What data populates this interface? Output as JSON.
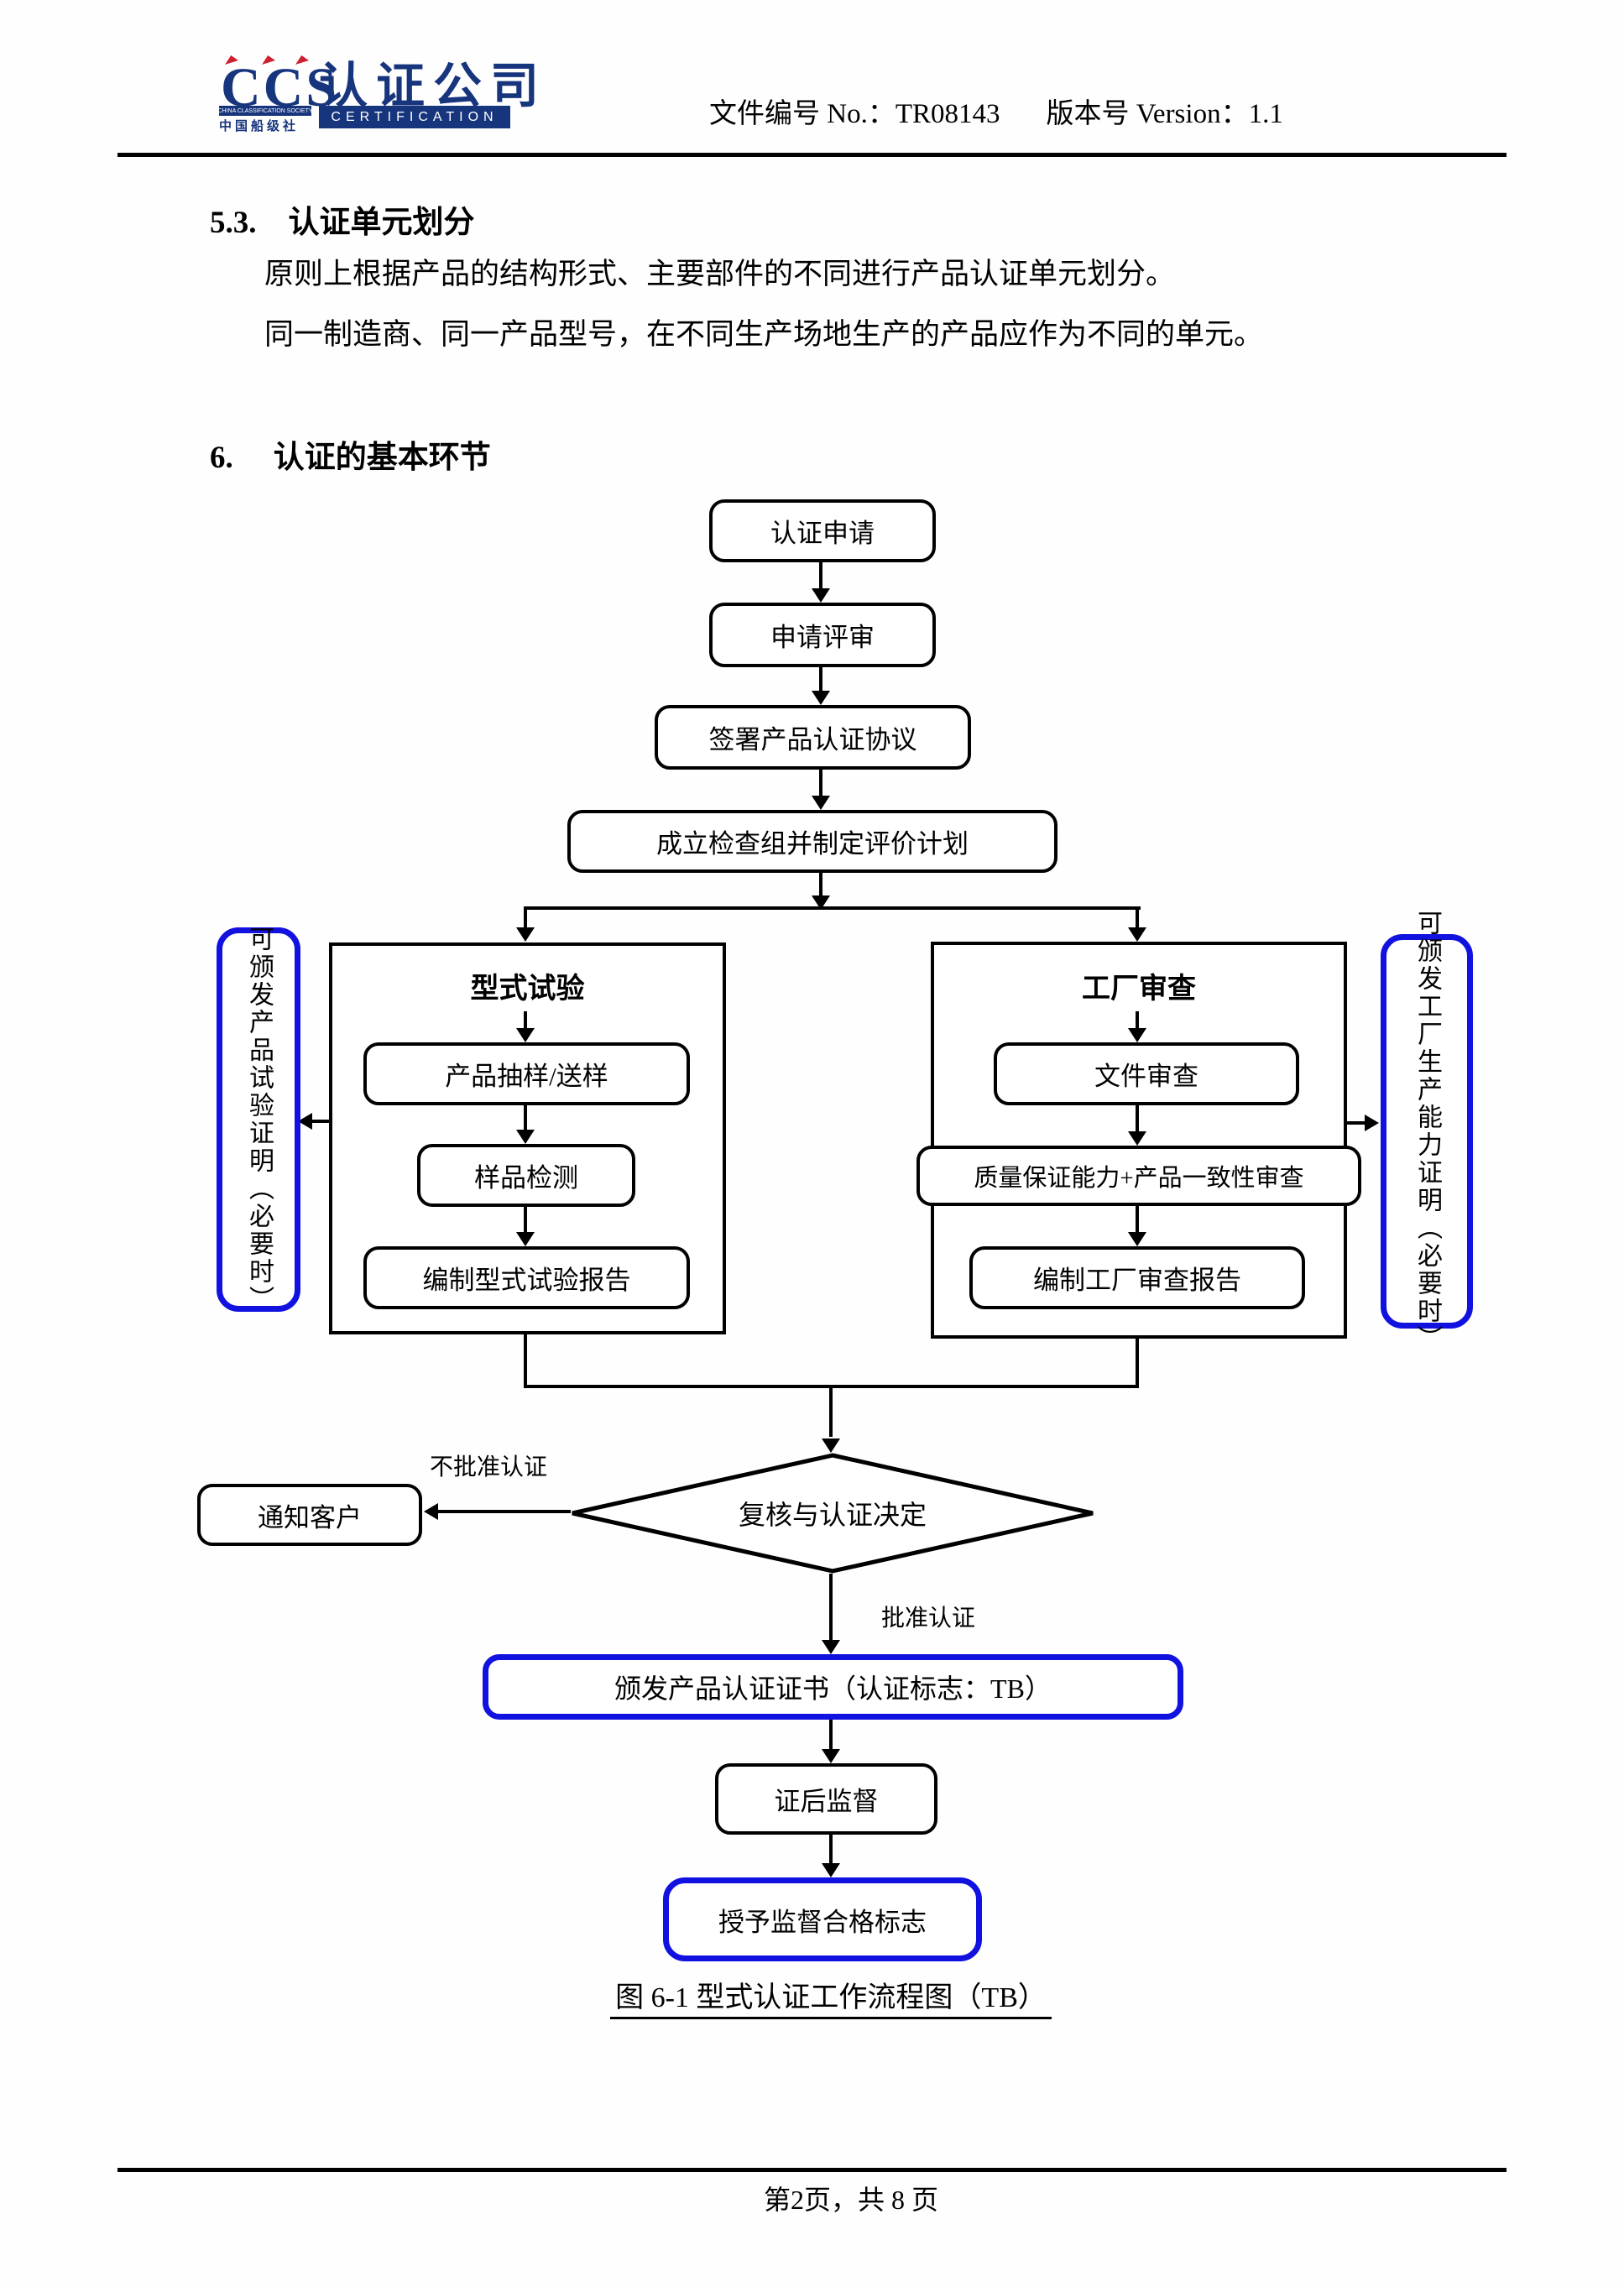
{
  "header": {
    "logo": {
      "ccs": "CCS",
      "company_cn": "认证公司",
      "society_en": "CHINA CLASSIFICATION SOCIETY",
      "society_cn": "中国船级社",
      "certification_en": "CERTIFICATION"
    },
    "doc_no": "文件编号 No.：TR08143",
    "version": "版本号 Version：1.1"
  },
  "section_5_3": {
    "number": "5.3.",
    "title": "认证单元划分",
    "paragraph_1": "原则上根据产品的结构形式、主要部件的不同进行产品认证单元划分。",
    "paragraph_2": "同一制造商、同一产品型号，在不同生产场地生产的产品应作为不同的单元。"
  },
  "section_6": {
    "number": "6.",
    "title": "认证的基本环节"
  },
  "flowchart": {
    "nodes": {
      "apply": "认证申请",
      "application_review": "申请评审",
      "sign_agreement": "签署产品认证协议",
      "setup_team": "成立检查组并制定评价计划",
      "type_test_title": "型式试验",
      "sampling": "产品抽样/送样",
      "sample_testing": "样品检测",
      "type_test_report": "编制型式试验报告",
      "factory_audit_title": "工厂审查",
      "document_review": "文件审查",
      "qa_consistency_audit": "质量保证能力+产品一致性审查",
      "factory_audit_report": "编制工厂审查报告",
      "left_certificate": "可颁发产品试验证明（必要时）",
      "right_certificate": "可颁发工厂生产能力证明（必要时）",
      "decision": "复核与认证决定",
      "notify_customer": "通知客户",
      "issue_certificate": "颁发产品认证证书（认证标志：TB）",
      "post_cert_supervision": "证后监督",
      "grant_supervision_mark": "授予监督合格标志"
    },
    "labels": {
      "not_approved": "不批准认证",
      "approved": "批准认证"
    },
    "caption": "图 6-1 型式认证工作流程图（TB）"
  },
  "footer": {
    "page_info": "第2页，共 8 页"
  },
  "colors": {
    "accent_blue": "#1212e0",
    "logo_navy": "#17357d",
    "logo_red": "#cf2030"
  }
}
